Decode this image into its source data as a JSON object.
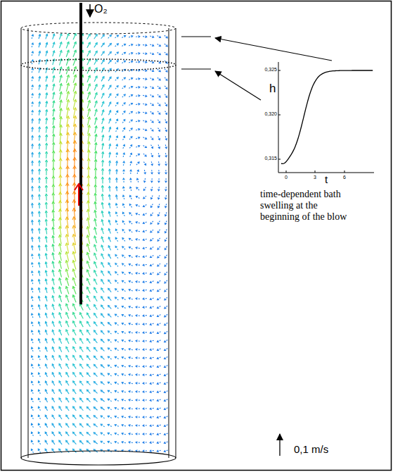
{
  "diagram": {
    "labels": [
      "O₂",
      "h",
      "0,325",
      "0,320",
      "0,315",
      "0",
      "3",
      "6",
      "t",
      "time-dependent bath swelling at the beginning of the blow",
      "0,1 m/s"
    ]
  }
}
